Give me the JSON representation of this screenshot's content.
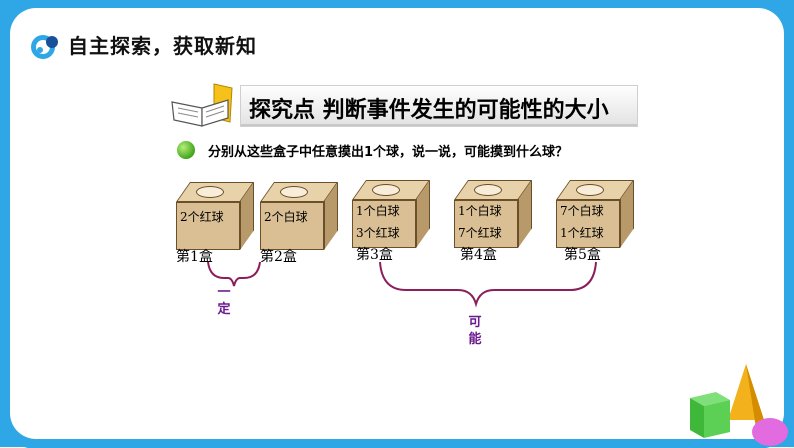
{
  "header": {
    "title": "自主探索，获取新知",
    "icon": "app-logo-icon"
  },
  "section": {
    "title": "探究点  判断事件发生的可能性的大小",
    "icon": "open-book-icon"
  },
  "question": {
    "text": "分别从这些盒子中任意摸出1个球，说一说，可能摸到什么球？",
    "bullet_icon": "green-dot-icon"
  },
  "boxes": [
    {
      "lines": [
        "2个红球"
      ],
      "label": "第1盒"
    },
    {
      "lines": [
        "2个白球"
      ],
      "label": "第2盒"
    },
    {
      "lines": [
        "1个白球",
        "3个红球"
      ],
      "label": "第3盒"
    },
    {
      "lines": [
        "1个白球",
        "7个红球"
      ],
      "label": "第4盒"
    },
    {
      "lines": [
        "7个白球",
        "1个红球"
      ],
      "label": "第5盒"
    }
  ],
  "groups": [
    {
      "label_chars": [
        "一",
        "定"
      ]
    },
    {
      "label_chars": [
        "可",
        "能"
      ]
    }
  ],
  "colors": {
    "frame": "#2fa7e6",
    "brace": "#8b1f5a",
    "brace_label": "#6a1b8f",
    "box_fill": "#d9bf93"
  },
  "decoration": {
    "icon": "geometric-shapes-icon"
  }
}
